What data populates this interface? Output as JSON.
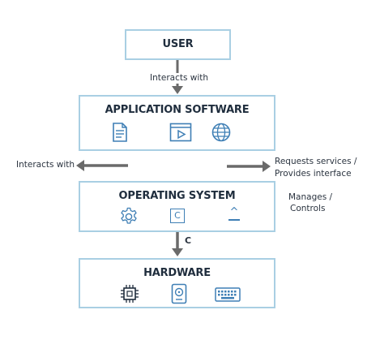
{
  "nodes": {
    "user": {
      "title": "USER"
    },
    "application": {
      "title": "APPLICATION SOFTWARE"
    },
    "os": {
      "title": "OPERATING SYSTEM"
    },
    "hardware": {
      "title": "HARDWARE"
    }
  },
  "edge_labels": {
    "user_to_app": "Interacts with",
    "left": "Interacts with",
    "right_line1": "Requests services /",
    "right_line2": "Provides interface",
    "os_right_line1": "Manages /",
    "os_right_line2": "Controls",
    "os_to_hw": "C"
  },
  "os_icon_letter": "C",
  "os_icon_caret": "^",
  "icons": {
    "application": [
      "document-icon",
      "media-player-icon",
      "globe-icon"
    ],
    "os": [
      "gear-icon",
      "c-square-icon",
      "caret-icon"
    ],
    "hardware": [
      "cpu-chip-icon",
      "hard-drive-icon",
      "keyboard-icon"
    ]
  },
  "colors": {
    "box_border": "#a9cfe3",
    "icon_blue": "#3f7fb5",
    "arrow_gray": "#6a6a6a",
    "title_text": "#1f2d3d"
  }
}
